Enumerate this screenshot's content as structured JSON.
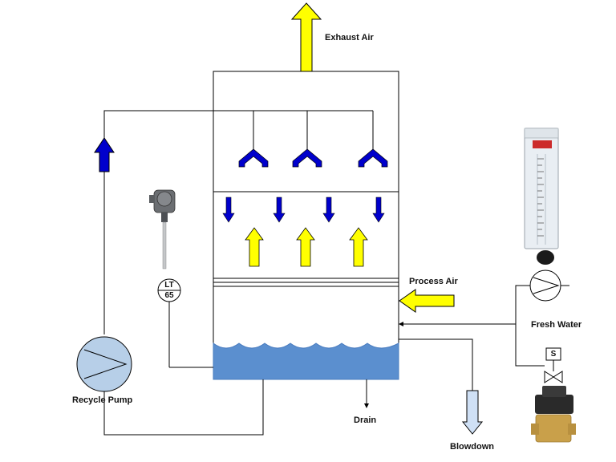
{
  "labels": {
    "exhaust_air": "Exhaust Air",
    "process_air": "Process Air",
    "fresh_water": "Fresh Water",
    "recycle_pump": "Recycle Pump",
    "drain": "Drain",
    "blowdown": "Blowdown"
  },
  "instrument": {
    "tag_top": "LT",
    "tag_bottom": "65"
  },
  "solenoid": {
    "label": "S"
  },
  "colors": {
    "air_arrow": "#ffff00",
    "water_arrow": "#0000cc",
    "water_fill": "#5b8fcf",
    "blowdown_arrow": "#cfe0f5",
    "line": "#000000"
  }
}
